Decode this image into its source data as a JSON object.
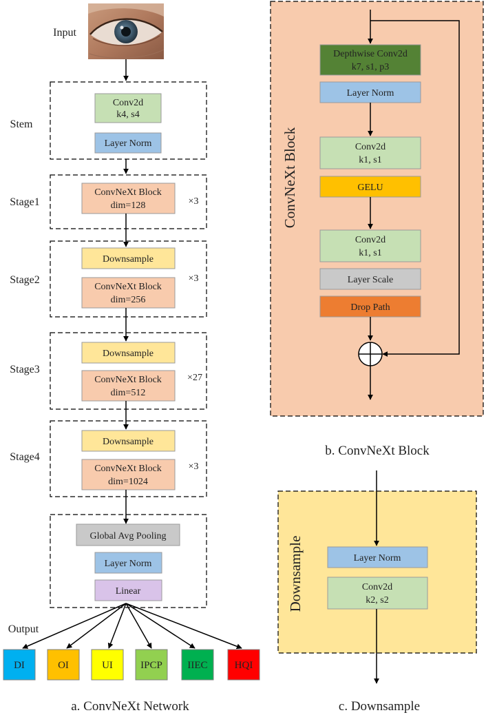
{
  "colors": {
    "conv_green": "#c6e0b4",
    "norm_blue": "#9dc3e6",
    "convnext_salmon": "#f8cbad",
    "downsample_yellow": "#ffe699",
    "depthwise_green": "#548235",
    "gelu_gold": "#ffc000",
    "scale_gray": "#c9c9c9",
    "droppath_orange": "#ed7d31",
    "pool_gray": "#c9c9c9",
    "linear_lavender": "#d9c3e9",
    "out_di": "#00b0f0",
    "out_oi": "#ffc000",
    "out_ui": "#ffff00",
    "out_ipcp": "#92d050",
    "out_iiec": "#00b050",
    "out_hqi": "#ff0000"
  },
  "panel_a": {
    "caption": "a. ConvNeXt Network",
    "input_label": "Input",
    "input_image": "eye-photo",
    "stem": {
      "label": "Stem",
      "conv": [
        "Conv2d",
        "k4, s4"
      ],
      "norm": "Layer Norm"
    },
    "stages": [
      {
        "label": "Stage1",
        "block": [
          "ConvNeXt Block",
          "dim=128"
        ],
        "repeat": "×3"
      },
      {
        "label": "Stage2",
        "downsample": "Downsample",
        "block": [
          "ConvNeXt Block",
          "dim=256"
        ],
        "repeat": "×3"
      },
      {
        "label": "Stage3",
        "downsample": "Downsample",
        "block": [
          "ConvNeXt Block",
          "dim=512"
        ],
        "repeat": "×27"
      },
      {
        "label": "Stage4",
        "downsample": "Downsample",
        "block": [
          "ConvNeXt Block",
          "dim=1024"
        ],
        "repeat": "×3"
      }
    ],
    "head": {
      "pool": "Global Avg Pooling",
      "norm": "Layer Norm",
      "linear": "Linear"
    },
    "output_label": "Output",
    "outputs": [
      "DI",
      "OI",
      "UI",
      "IPCP",
      "IIEC",
      "HQI"
    ]
  },
  "panel_b": {
    "caption": "b. ConvNeXt Block",
    "title": "ConvNeXt Block",
    "depthwise": [
      "Depthwise Conv2d",
      "k7, s1, p3"
    ],
    "norm": "Layer Norm",
    "conv1": [
      "Conv2d",
      "k1, s1"
    ],
    "gelu": "GELU",
    "conv2": [
      "Conv2d",
      "k1, s1"
    ],
    "layer_scale": "Layer Scale",
    "drop_path": "Drop Path"
  },
  "panel_c": {
    "caption": "c. Downsample",
    "title": "Downsample",
    "norm": "Layer Norm",
    "conv": [
      "Conv2d",
      "k2, s2"
    ]
  }
}
